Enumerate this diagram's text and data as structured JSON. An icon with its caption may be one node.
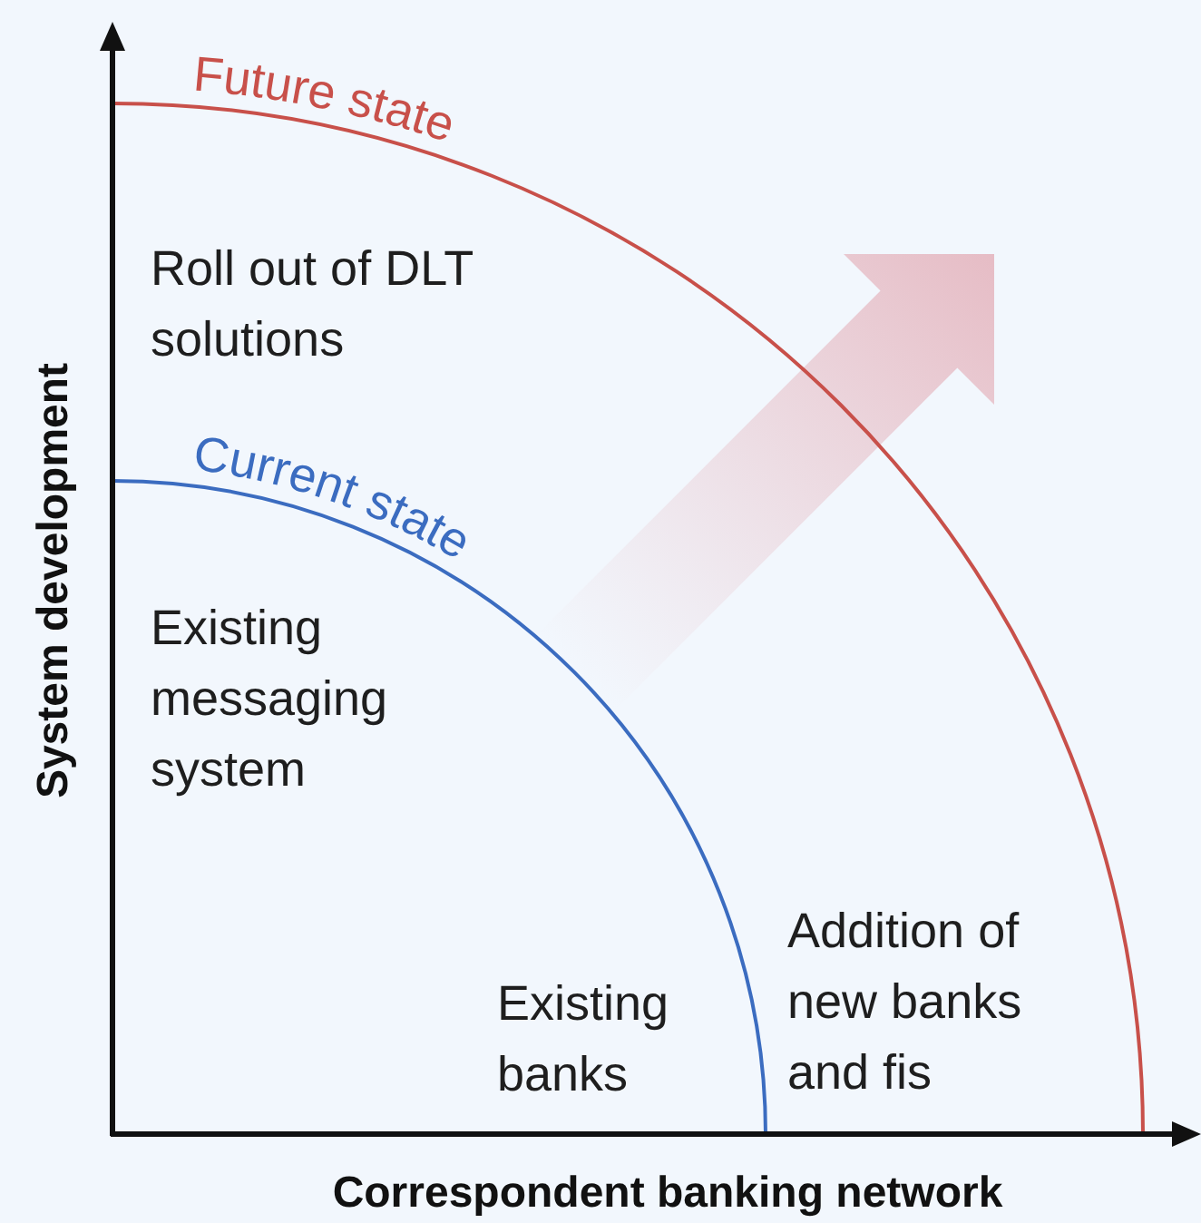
{
  "diagram": {
    "labels": [
      "Future state",
      "Roll out of DLT solutions",
      "Current state",
      "Existing messaging system",
      "Existing banks",
      "Addition of new banks and fis",
      "System development",
      "Correspondent banking network"
    ]
  }
}
